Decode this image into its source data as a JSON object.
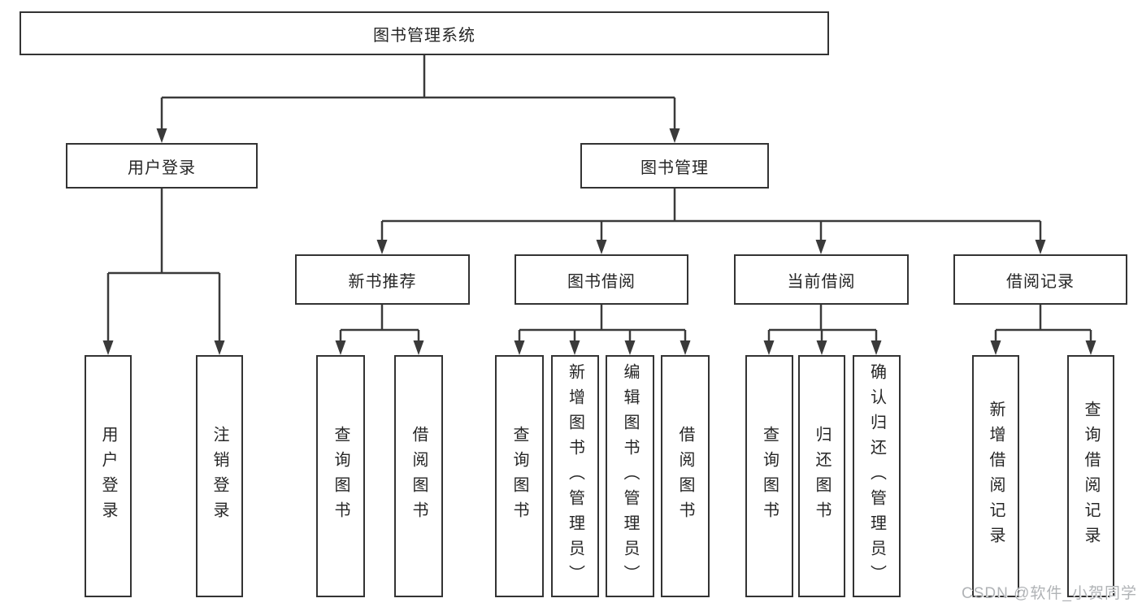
{
  "tree": {
    "label": "图书管理系统",
    "children": [
      {
        "label": "用户登录",
        "children": [
          {
            "label": "用户登录"
          },
          {
            "label": "注销登录"
          }
        ]
      },
      {
        "label": "图书管理",
        "children": [
          {
            "label": "新书推荐",
            "children": [
              {
                "label": "查询图书"
              },
              {
                "label": "借阅图书"
              }
            ]
          },
          {
            "label": "图书借阅",
            "children": [
              {
                "label": "查询图书"
              },
              {
                "label": "新增图书（管理员）"
              },
              {
                "label": "编辑图书（管理员）"
              },
              {
                "label": "借阅图书"
              }
            ]
          },
          {
            "label": "当前借阅",
            "children": [
              {
                "label": "查询图书"
              },
              {
                "label": "归还图书"
              },
              {
                "label": "确认归还（管理员）"
              }
            ]
          },
          {
            "label": "借阅记录",
            "children": [
              {
                "label": "新增借阅记录"
              },
              {
                "label": "查询借阅记录"
              }
            ]
          }
        ]
      }
    ]
  },
  "watermark": {
    "text": "CSDN @软件_小贺同学"
  },
  "colors": {
    "line": "#3a3a3a",
    "box_border": "#333333",
    "text": "#262626",
    "watermark_text": "#b0b3b6",
    "background": "#ffffff"
  }
}
